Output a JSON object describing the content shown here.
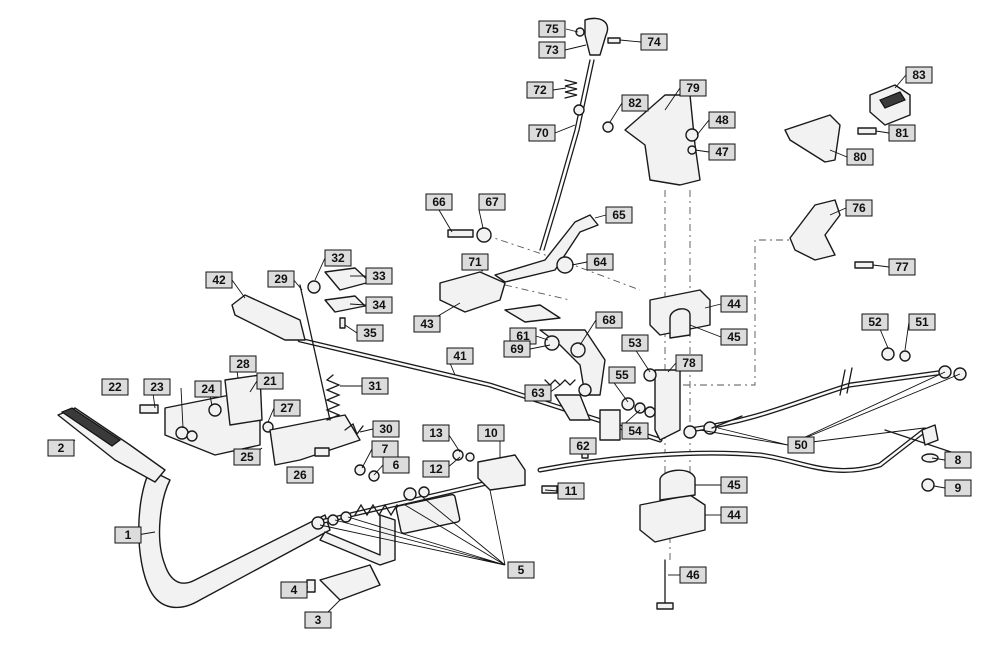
{
  "callouts": [
    {
      "id": "c1",
      "text": "1"
    },
    {
      "id": "c2",
      "text": "2"
    },
    {
      "id": "c3",
      "text": "3"
    },
    {
      "id": "c4",
      "text": "4"
    },
    {
      "id": "c5",
      "text": "5"
    },
    {
      "id": "c6",
      "text": "6"
    },
    {
      "id": "c7",
      "text": "7"
    },
    {
      "id": "c8",
      "text": "8"
    },
    {
      "id": "c9",
      "text": "9"
    },
    {
      "id": "c10",
      "text": "10"
    },
    {
      "id": "c11",
      "text": "11"
    },
    {
      "id": "c12",
      "text": "12"
    },
    {
      "id": "c13",
      "text": "13"
    },
    {
      "id": "c21",
      "text": "21"
    },
    {
      "id": "c22",
      "text": "22"
    },
    {
      "id": "c23",
      "text": "23"
    },
    {
      "id": "c24",
      "text": "24"
    },
    {
      "id": "c25",
      "text": "25"
    },
    {
      "id": "c26",
      "text": "26"
    },
    {
      "id": "c27",
      "text": "27"
    },
    {
      "id": "c28",
      "text": "28"
    },
    {
      "id": "c29",
      "text": "29"
    },
    {
      "id": "c30",
      "text": "30"
    },
    {
      "id": "c31",
      "text": "31"
    },
    {
      "id": "c32",
      "text": "32"
    },
    {
      "id": "c33",
      "text": "33"
    },
    {
      "id": "c34",
      "text": "34"
    },
    {
      "id": "c35",
      "text": "35"
    },
    {
      "id": "c41",
      "text": "41"
    },
    {
      "id": "c42",
      "text": "42"
    },
    {
      "id": "c43",
      "text": "43"
    },
    {
      "id": "c44a",
      "text": "44"
    },
    {
      "id": "c44b",
      "text": "44"
    },
    {
      "id": "c45a",
      "text": "45"
    },
    {
      "id": "c45b",
      "text": "45"
    },
    {
      "id": "c46",
      "text": "46"
    },
    {
      "id": "c47",
      "text": "47"
    },
    {
      "id": "c48",
      "text": "48"
    },
    {
      "id": "c50",
      "text": "50"
    },
    {
      "id": "c51",
      "text": "51"
    },
    {
      "id": "c52",
      "text": "52"
    },
    {
      "id": "c53",
      "text": "53"
    },
    {
      "id": "c54",
      "text": "54"
    },
    {
      "id": "c55",
      "text": "55"
    },
    {
      "id": "c61",
      "text": "61"
    },
    {
      "id": "c62",
      "text": "62"
    },
    {
      "id": "c63",
      "text": "63"
    },
    {
      "id": "c64",
      "text": "64"
    },
    {
      "id": "c65",
      "text": "65"
    },
    {
      "id": "c66",
      "text": "66"
    },
    {
      "id": "c67",
      "text": "67"
    },
    {
      "id": "c68",
      "text": "68"
    },
    {
      "id": "c69",
      "text": "69"
    },
    {
      "id": "c70",
      "text": "70"
    },
    {
      "id": "c71",
      "text": "71"
    },
    {
      "id": "c72",
      "text": "72"
    },
    {
      "id": "c73",
      "text": "73"
    },
    {
      "id": "c74",
      "text": "74"
    },
    {
      "id": "c75",
      "text": "75"
    },
    {
      "id": "c76",
      "text": "76"
    },
    {
      "id": "c77",
      "text": "77"
    },
    {
      "id": "c78",
      "text": "78"
    },
    {
      "id": "c79",
      "text": "79"
    },
    {
      "id": "c80",
      "text": "80"
    },
    {
      "id": "c81",
      "text": "81"
    },
    {
      "id": "c82",
      "text": "82"
    },
    {
      "id": "c83",
      "text": "83"
    }
  ]
}
